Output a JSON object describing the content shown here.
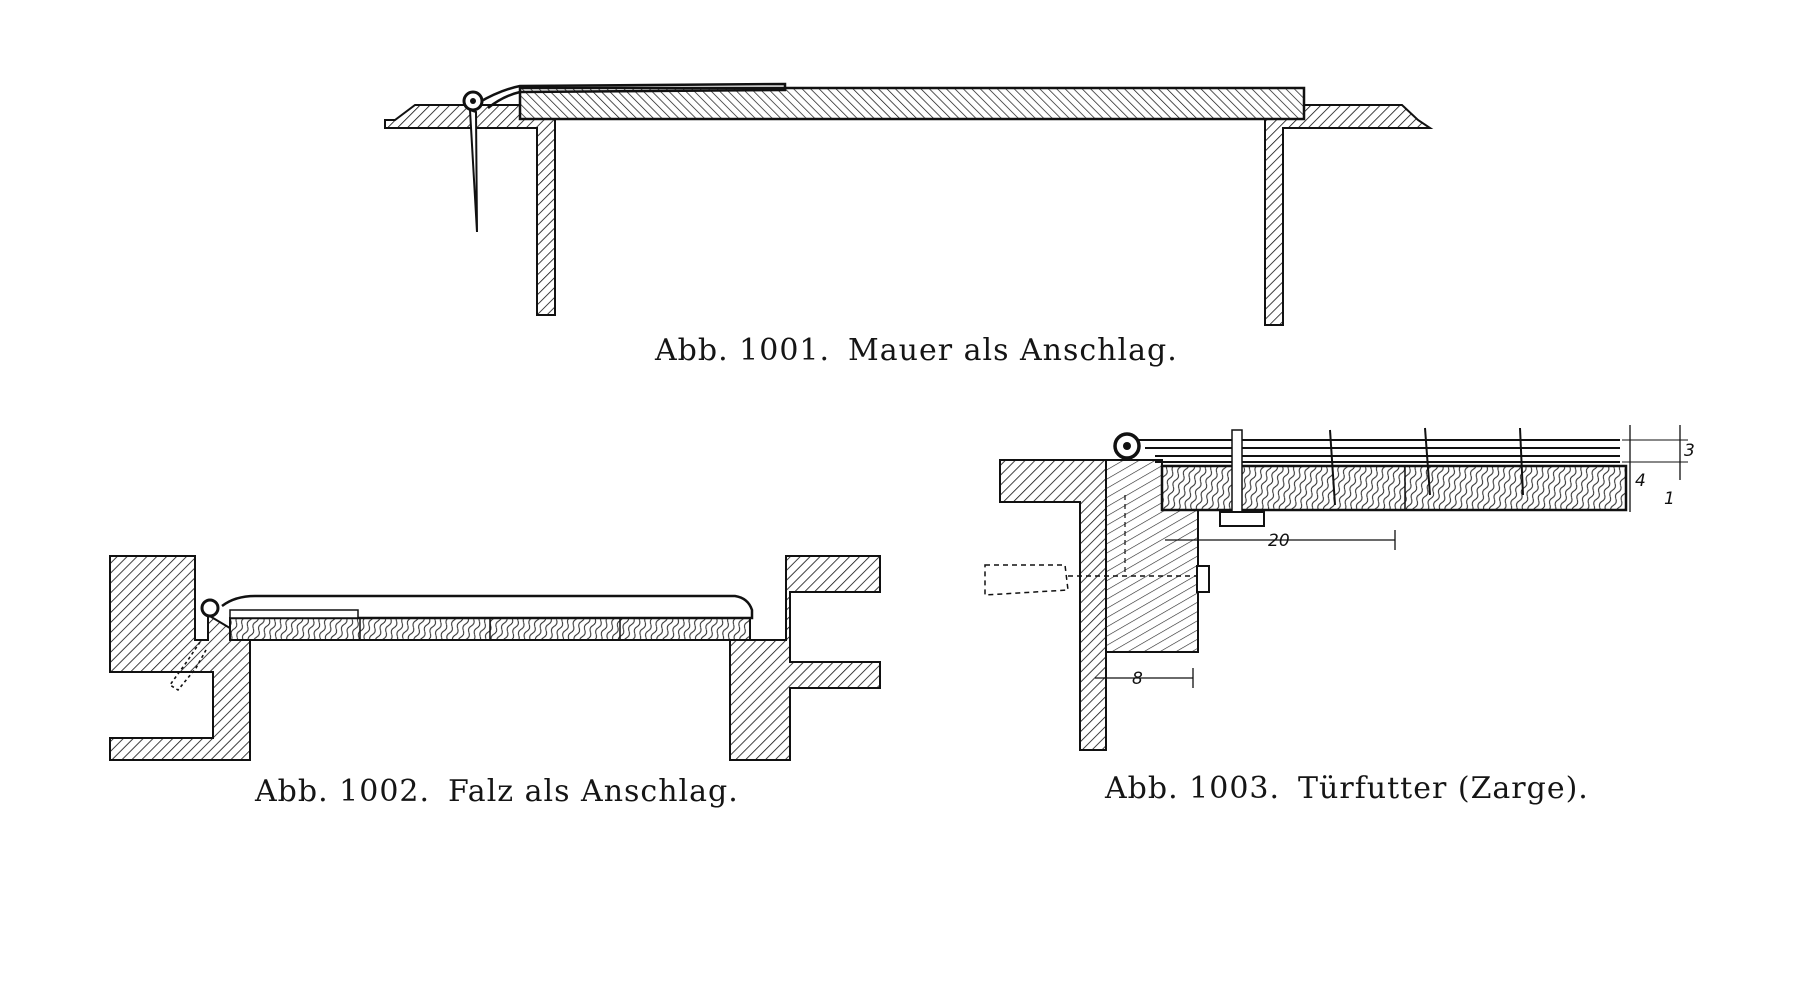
{
  "figures": [
    {
      "number_label": "Abb. 1001.",
      "caption": "Mauer als Anschlag."
    },
    {
      "number_label": "Abb. 1002.",
      "caption": "Falz als Anschlag."
    },
    {
      "number_label": "Abb. 1003.",
      "caption": "Türfutter (Zarge).",
      "dimensions": [
        "20",
        "8",
        "4",
        "3",
        "1"
      ]
    }
  ]
}
